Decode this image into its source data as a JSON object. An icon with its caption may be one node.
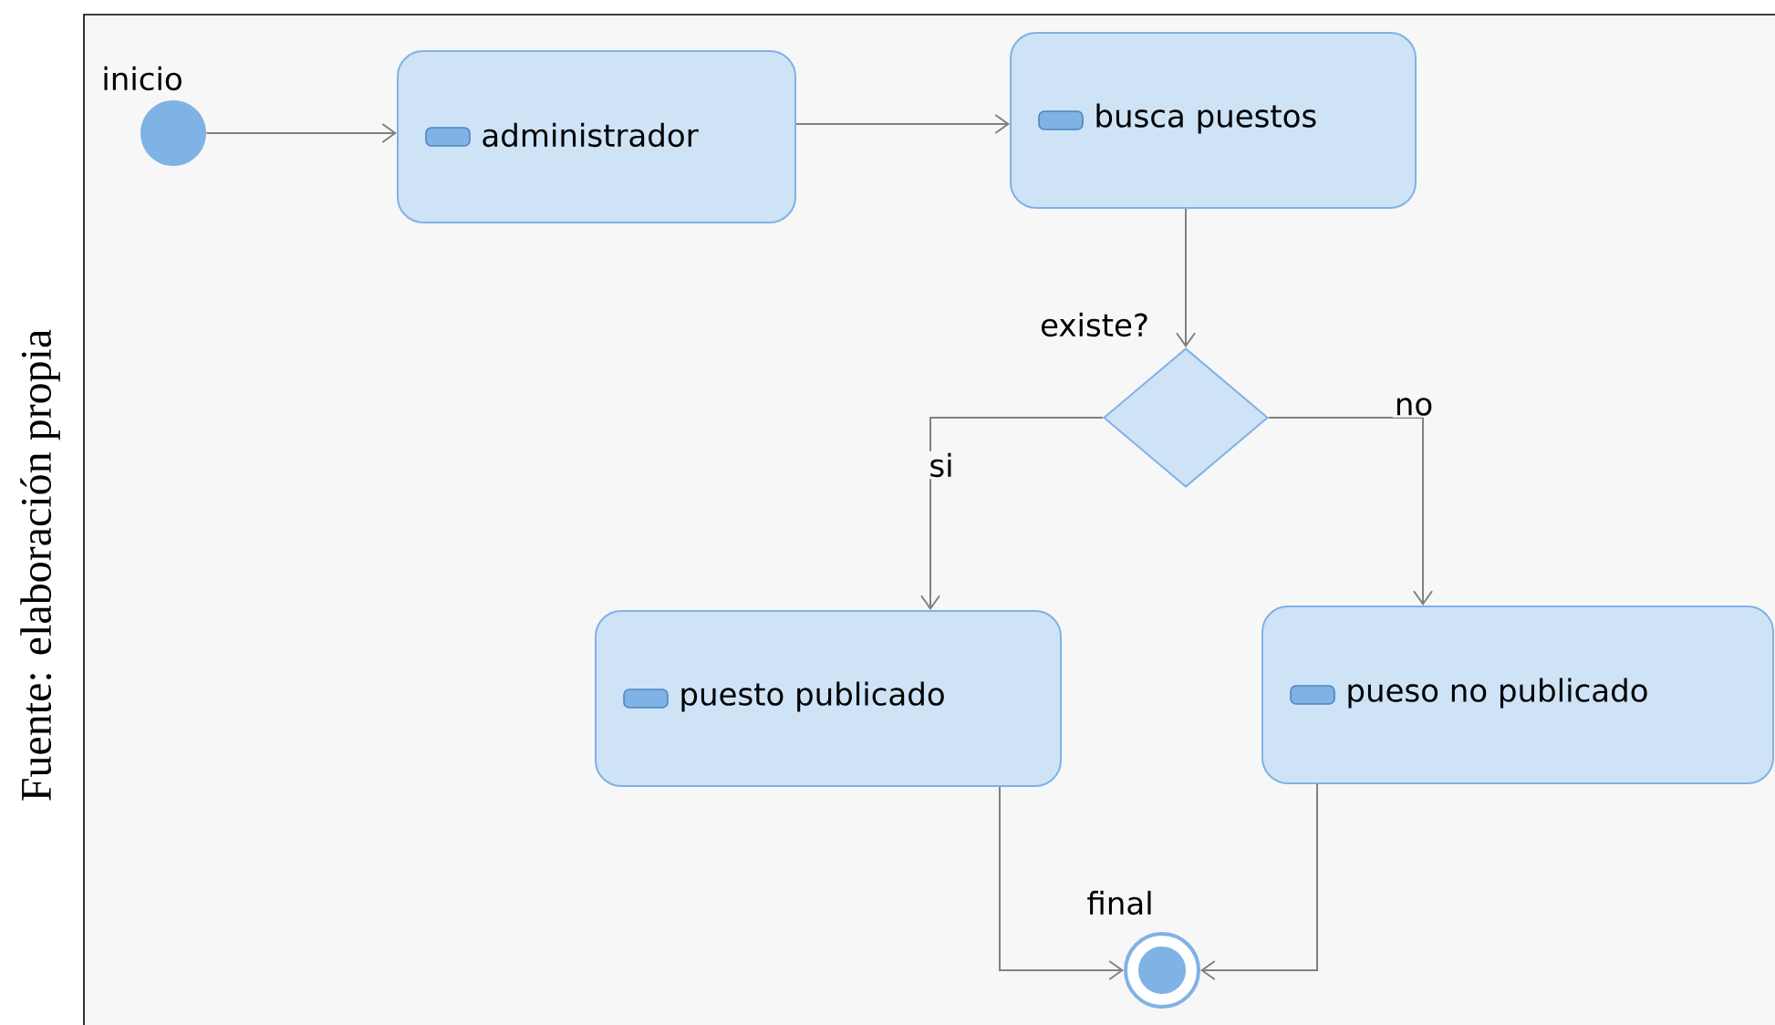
{
  "diagram": {
    "nodes": [
      {
        "text": [],
        "shape": "circle",
        "beside": [
          "inicio"
        ]
      },
      {
        "text": [
          "administrador"
        ]
      },
      {
        "text": [
          "busca puestos"
        ]
      },
      {
        "text": [],
        "shape": "diamond",
        "beside": [
          "existe?"
        ]
      },
      {
        "text": [
          "puesto publicado"
        ]
      },
      {
        "text": [
          "pueso no publicado"
        ]
      },
      {
        "text": [],
        "shape": "circle",
        "beside": [
          "final"
        ]
      }
    ],
    "edges": [
      {
        "from": 0,
        "to": 1,
        "arrow": "to"
      },
      {
        "from": 1,
        "to": 2,
        "arrow": "to"
      },
      {
        "from": 2,
        "to": 3,
        "arrow": "to"
      },
      {
        "from": 3,
        "to": 4,
        "arrow": "to",
        "label": "si"
      },
      {
        "from": 3,
        "to": 5,
        "arrow": "to",
        "label": "no"
      },
      {
        "from": 4,
        "to": 6,
        "arrow": "to"
      },
      {
        "from": 5,
        "to": 6,
        "arrow": "to"
      }
    ],
    "labels": [
      "Fuente: elaboración propia"
    ]
  }
}
